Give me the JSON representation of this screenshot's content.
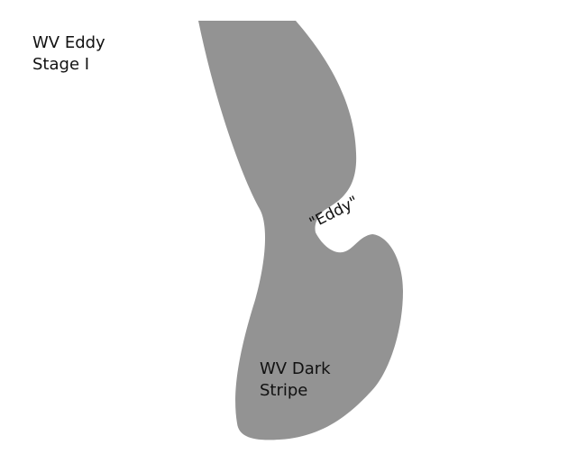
{
  "title": {
    "line1": "WV Eddy",
    "line2": "Stage I"
  },
  "eddy_label": "\"Eddy\"",
  "stripe_label": {
    "line1": "WV Dark",
    "line2": "Stripe"
  },
  "colors": {
    "shape": "#939393",
    "text": "#111111"
  }
}
